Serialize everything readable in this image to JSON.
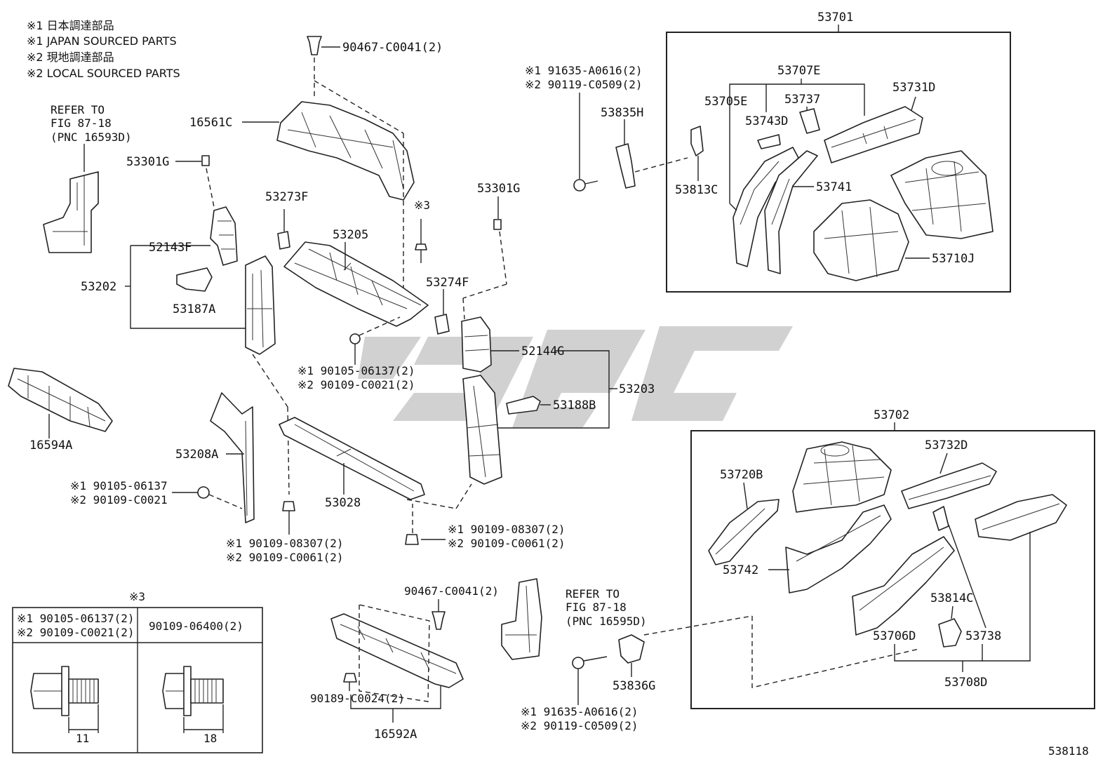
{
  "notes": {
    "n1_jp": "※1 日本調達部品",
    "n1_en": "※1 JAPAN SOURCED PARTS",
    "n2_jp": "※2 現地調達部品",
    "n2_en": "※2 LOCAL SOURCED PARTS"
  },
  "refer_left": {
    "l1": "REFER TO",
    "l2": "FIG 87-18",
    "l3": "(PNC 16593D)"
  },
  "refer_right": {
    "l1": "REFER TO",
    "l2": "FIG 87-18",
    "l3": "(PNC 16595D)"
  },
  "labels": {
    "p16561C": "16561C",
    "p90467_top": "90467-C0041(2)",
    "p53301G_l": "53301G",
    "p53273F": "53273F",
    "p53205": "53205",
    "p52143F": "52143F",
    "p53202": "53202",
    "p53187A": "53187A",
    "p16594A": "16594A",
    "p53208A": "53208A",
    "p53028": "53028",
    "p53301G_r": "53301G",
    "x3_mark": "※3",
    "p53274F": "53274F",
    "p52144G": "52144G",
    "p53203": "53203",
    "p53188B": "53188B",
    "b1_a": "※1 90105-06137(2)",
    "b1_b": "※2 90109-C0021(2)",
    "b2_a": "※1 90105-06137",
    "b2_b": "※2 90109-C0021",
    "b3_a": "※1 90109-08307(2)",
    "b3_b": "※2 90109-C0061(2)",
    "b4_a": "※1 90109-08307(2)",
    "b4_b": "※2 90109-C0061(2)",
    "t1_a": "※1 91635-A0616(2)",
    "t1_b": "※2 90119-C0509(2)",
    "p53835H": "53835H",
    "p53813C": "53813C",
    "p53701": "53701",
    "p53707E": "53707E",
    "p53705E": "53705E",
    "p53737": "53737",
    "p53743D": "53743D",
    "p53731D": "53731D",
    "p53741": "53741",
    "p53710J": "53710J",
    "p53702": "53702",
    "p53732D": "53732D",
    "p53720B": "53720B",
    "p53742": "53742",
    "p53814C": "53814C",
    "p53706D": "53706D",
    "p53738": "53738",
    "p53708D": "53708D",
    "p90467_bot": "90467-C0041(2)",
    "p90189": "90189-C0024(2)",
    "p16592A": "16592A",
    "p53836G": "53836G",
    "t2_a": "※1 91635-A0616(2)",
    "t2_b": "※2 90119-C0509(2)",
    "diagram_no": "538118"
  },
  "fastener_table": {
    "mark": "※3",
    "col1_a": "※1 90105-06137(2)",
    "col1_b": "※2 90109-C0021(2)",
    "col2": "90109-06400(2)",
    "dim1": "11",
    "dim2": "18"
  }
}
